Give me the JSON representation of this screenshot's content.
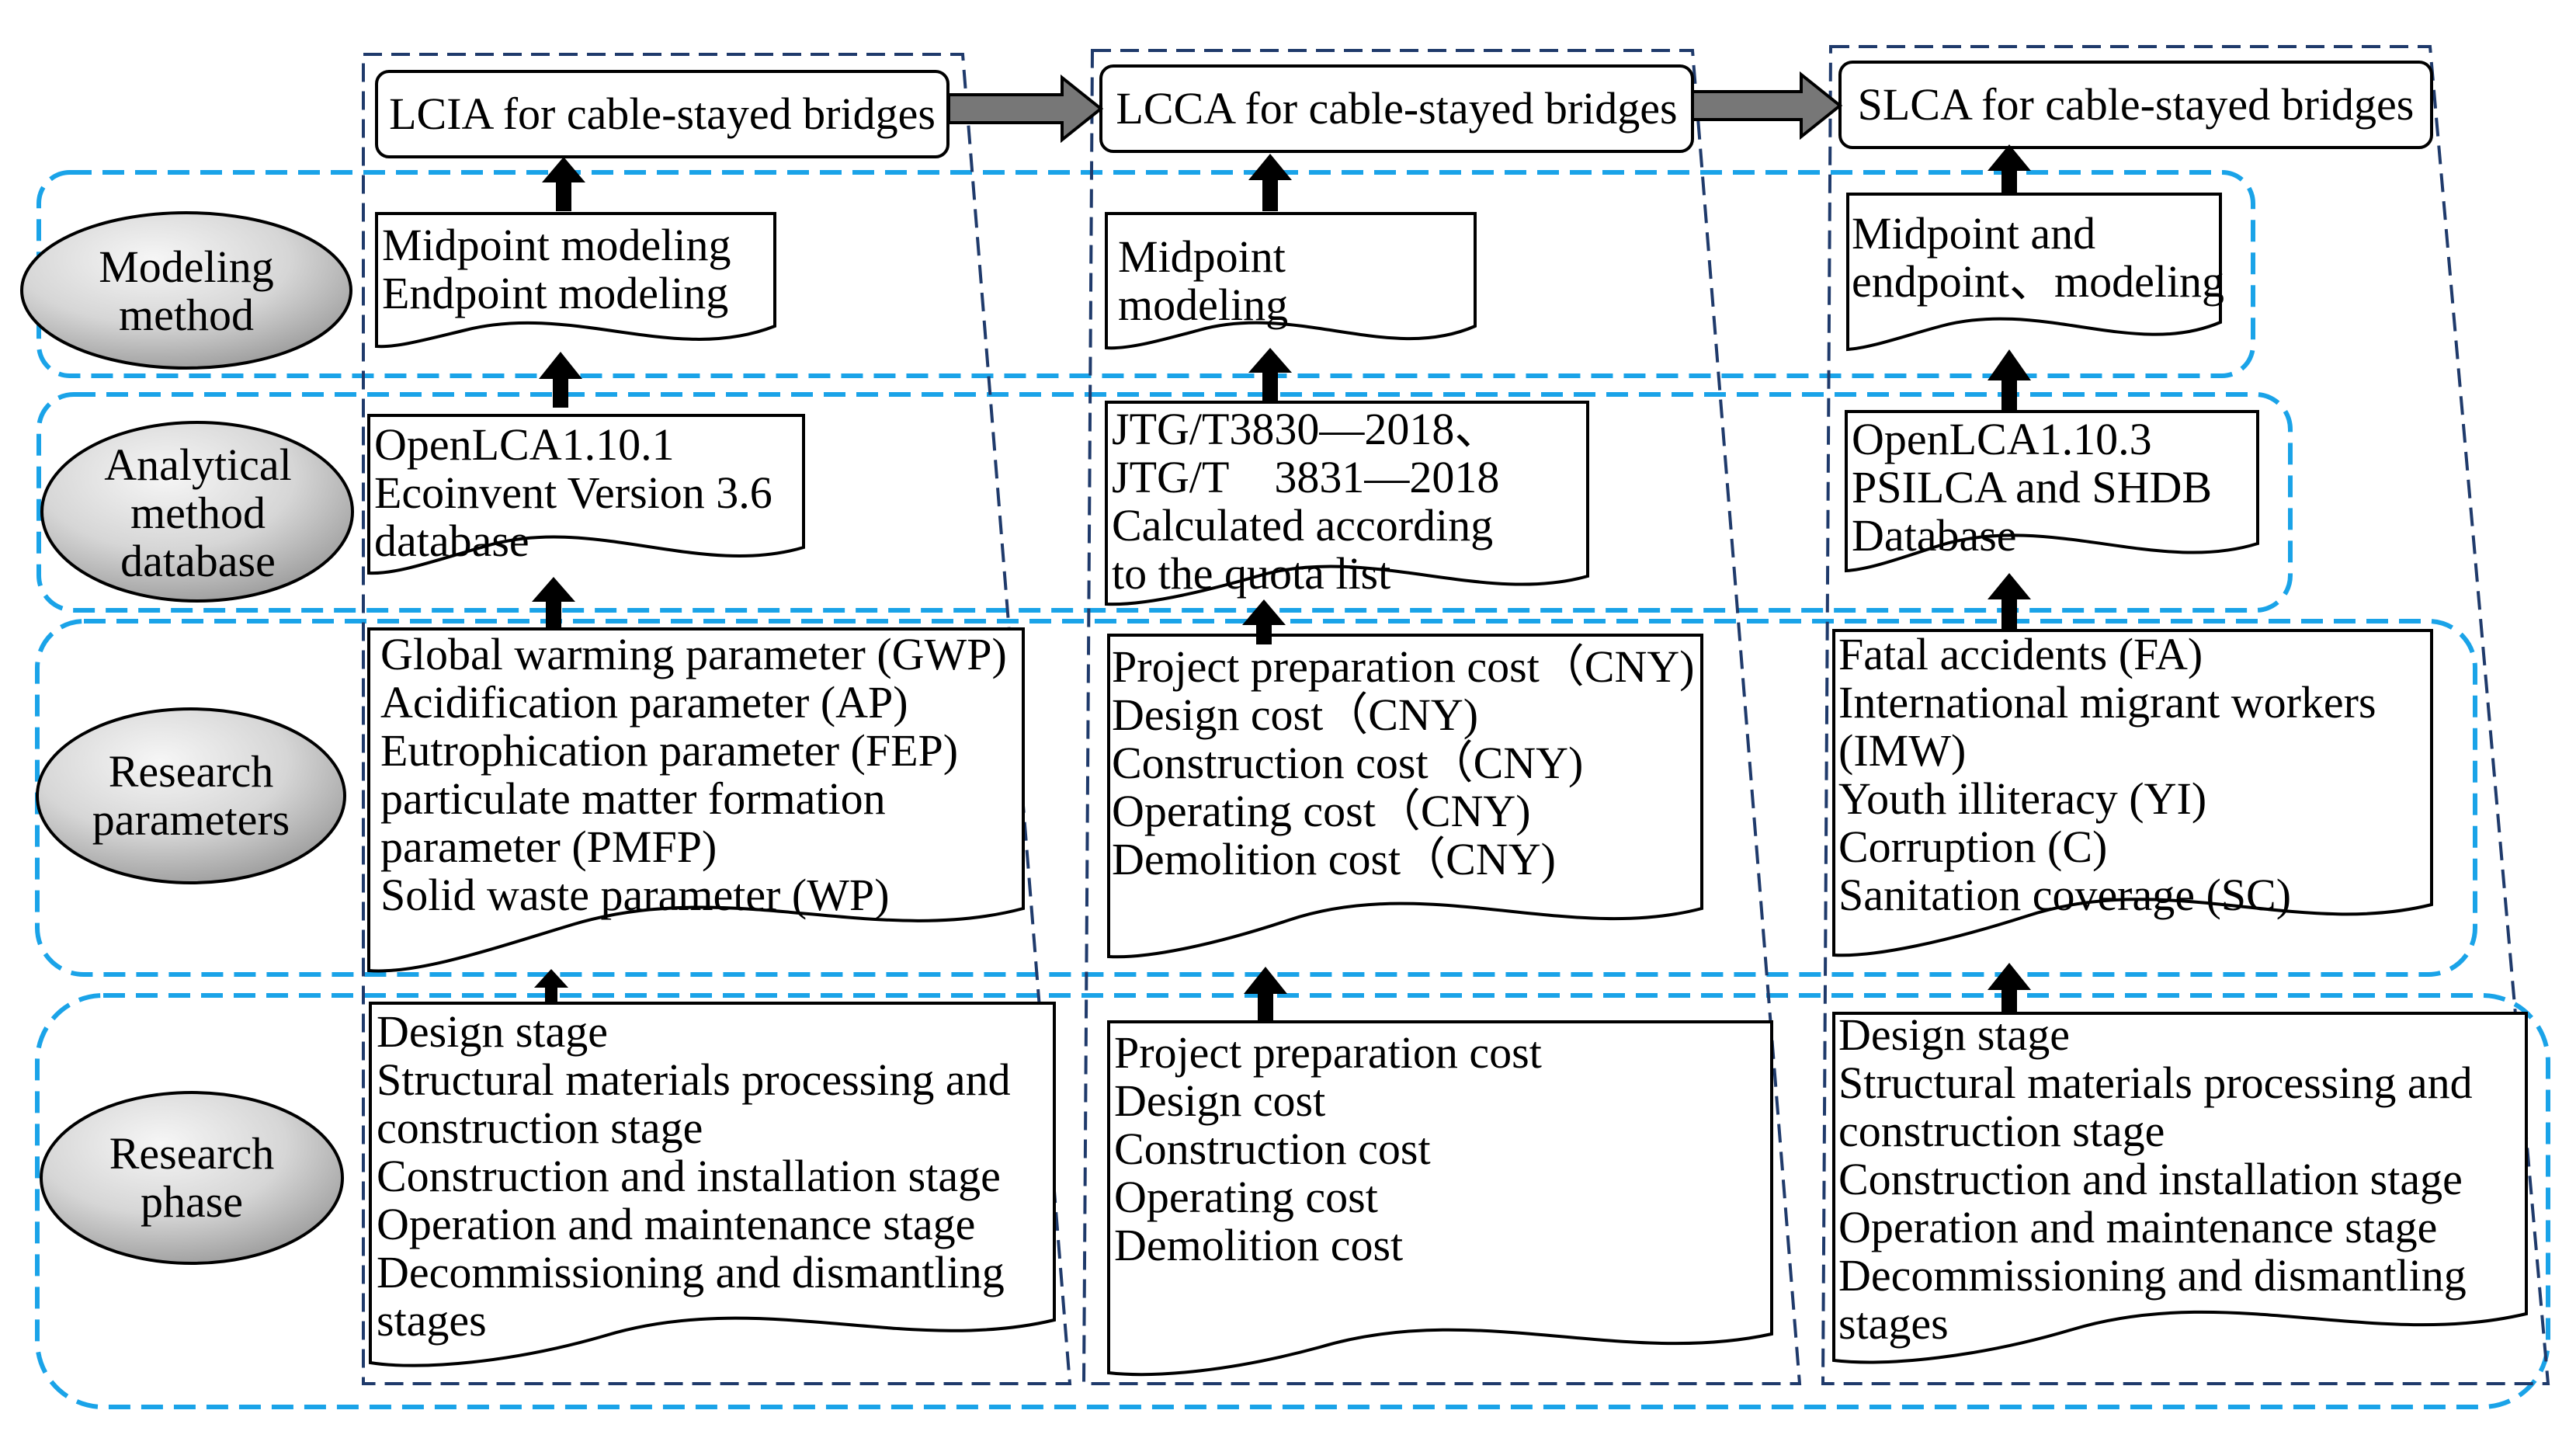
{
  "columns": [
    {
      "title": "LCIA for cable-stayed bridges",
      "modeling": [
        "Midpoint modeling",
        "Endpoint modeling"
      ],
      "database": [
        "OpenLCA1.10.1",
        "Ecoinvent Version 3.6",
        "database"
      ],
      "parameters": [
        "Global warming parameter (GWP)",
        "Acidification parameter (AP)",
        "Eutrophication parameter (FEP)",
        "particulate matter formation",
        "parameter (PMFP)",
        "Solid waste parameter (WP)"
      ],
      "phase": [
        "Design stage",
        "Structural materials processing and",
        "construction stage",
        "Construction and installation stage",
        "Operation and maintenance stage",
        "Decommissioning and dismantling",
        "stages"
      ]
    },
    {
      "title": "LCCA for cable-stayed bridges",
      "modeling": [
        "Midpoint",
        "modeling"
      ],
      "database": [
        "JTG/T3830—2018、",
        "JTG/T    3831—2018",
        "Calculated according",
        "to the quota list"
      ],
      "parameters": [
        "Project preparation cost（CNY)",
        "Design cost（CNY)",
        "Construction cost（CNY)",
        "Operating cost（CNY)",
        "Demolition cost（CNY)"
      ],
      "phase": [
        "Project preparation cost",
        "Design cost",
        "Construction cost",
        "Operating cost",
        "Demolition cost"
      ]
    },
    {
      "title": "SLCA for cable-stayed bridges",
      "modeling": [
        "Midpoint and",
        "endpoint、modeling"
      ],
      "database": [
        "OpenLCA1.10.3",
        "PSILCA and SHDB",
        "Database"
      ],
      "parameters": [
        "Fatal accidents (FA)",
        "International migrant workers",
        "(IMW)",
        "Youth illiteracy (YI)",
        "Corruption (C)",
        "Sanitation coverage (SC)"
      ],
      "phase": [
        "Design stage",
        "Structural materials processing and",
        "construction stage",
        "Construction and installation stage",
        "Operation and maintenance stage",
        "Decommissioning and dismantling",
        "stages"
      ]
    }
  ],
  "rows": [
    {
      "label": [
        "Modeling",
        "method"
      ]
    },
    {
      "label": [
        "Analytical",
        "method",
        "database"
      ]
    },
    {
      "label": [
        "Research",
        "parameters"
      ]
    },
    {
      "label": [
        "Research",
        "phase"
      ]
    }
  ],
  "colors": {
    "row_border": "#1aa3e8",
    "column_border": "#1f3a6b",
    "oval_fill_light": "#f4f4f4",
    "oval_fill_dark": "#9a9a9a",
    "arrow_fill": "#000000",
    "horizontal_arrow_fill": "#777777"
  }
}
